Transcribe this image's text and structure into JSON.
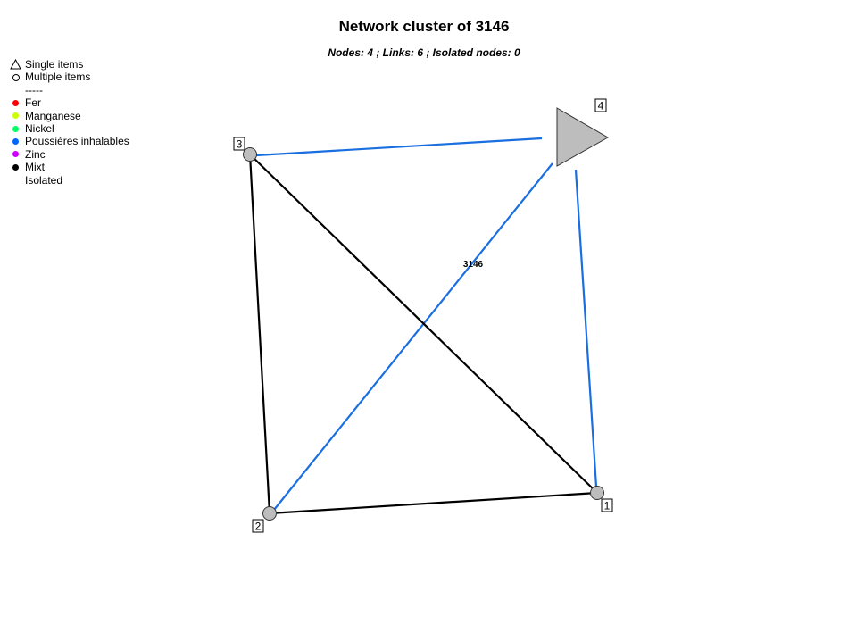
{
  "title": "Network cluster of 3146",
  "subtitle": "Nodes: 4 ; Links: 6 ; Isolated nodes: 0",
  "legend": {
    "shapes": [
      {
        "shape": "triangle",
        "label": "Single items"
      },
      {
        "shape": "circle",
        "label": "Multiple items"
      }
    ],
    "separator": "-----",
    "categories": [
      {
        "label": "Fer",
        "color": "#ff0000"
      },
      {
        "label": "Manganese",
        "color": "#ccff00"
      },
      {
        "label": "Nickel",
        "color": "#00ff66"
      },
      {
        "label": "Poussières inhalables",
        "color": "#0066ff"
      },
      {
        "label": "Zinc",
        "color": "#cc00ff"
      },
      {
        "label": "Mixt",
        "color": "#000000"
      },
      {
        "label": "Isolated",
        "color": null
      }
    ]
  },
  "colors": {
    "blue_link": "#1a6fe0",
    "black_link": "#000000",
    "node_fill": "#bdbdbd"
  },
  "nodes": [
    {
      "id": "1",
      "shape": "circle"
    },
    {
      "id": "2",
      "shape": "circle"
    },
    {
      "id": "3",
      "shape": "circle"
    },
    {
      "id": "4",
      "shape": "triangle"
    }
  ],
  "links": [
    {
      "from": "3",
      "to": "4",
      "type": "Poussières inhalables"
    },
    {
      "from": "4",
      "to": "2",
      "type": "Poussières inhalables",
      "label": "3146"
    },
    {
      "from": "4",
      "to": "1",
      "type": "Poussières inhalables"
    },
    {
      "from": "3",
      "to": "1",
      "type": "Mixt"
    },
    {
      "from": "3",
      "to": "2",
      "type": "Mixt"
    },
    {
      "from": "2",
      "to": "1",
      "type": "Mixt"
    }
  ]
}
